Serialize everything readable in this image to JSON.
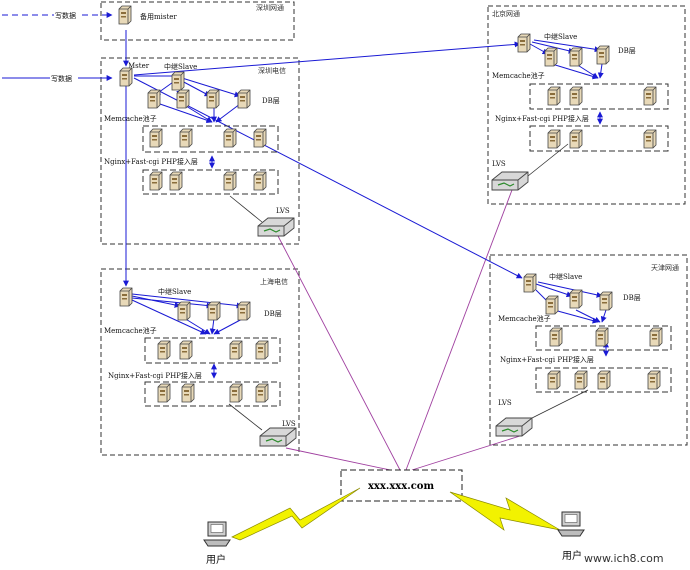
{
  "regions": {
    "shenzhen_netcom": {
      "label": "深圳网通",
      "standby_master": "备用mister"
    },
    "shenzhen_telecom": {
      "label": "深圳电信",
      "master": "Mster",
      "relay_slave": "中继Slave",
      "db_layer": "DB层",
      "memcache_pool": "Memcache池子",
      "nginx_layer": "Nginx+Fast-cgi PHP接入层",
      "lvs": "LVS"
    },
    "beijing_netcom": {
      "label": "北京网通",
      "relay_slave": "中继Slave",
      "db_layer": "DB层",
      "memcache_pool": "Memcache池子",
      "nginx_layer": "Nginx+Fast-cgi PHP接入层",
      "lvs": "LVS"
    },
    "shanghai_telecom": {
      "label": "上海电信",
      "relay_slave": "中继Slave",
      "db_layer": "DB层",
      "memcache_pool": "Memcache池子",
      "nginx_layer": "Nginx+Fast-cgi PHP接入层",
      "lvs": "LVS"
    },
    "tianjin_netcom": {
      "label": "天津网通",
      "relay_slave": "中继Slave",
      "db_layer": "DB层",
      "memcache_pool": "Memcache池子",
      "nginx_layer": "Nginx+Fast-cgi PHP接入层",
      "lvs": "LVS"
    }
  },
  "write_labels": [
    "写数据",
    "写数据"
  ],
  "domain": "xxx.xxx.com",
  "users": [
    "用户",
    "用户"
  ],
  "watermark": "www.ich8.com",
  "colors": {
    "replication": "#1a1ad4",
    "user_link": "#a040a0",
    "lightning": "#f2f200",
    "box": "#333333",
    "server": "#e8d9b8"
  }
}
